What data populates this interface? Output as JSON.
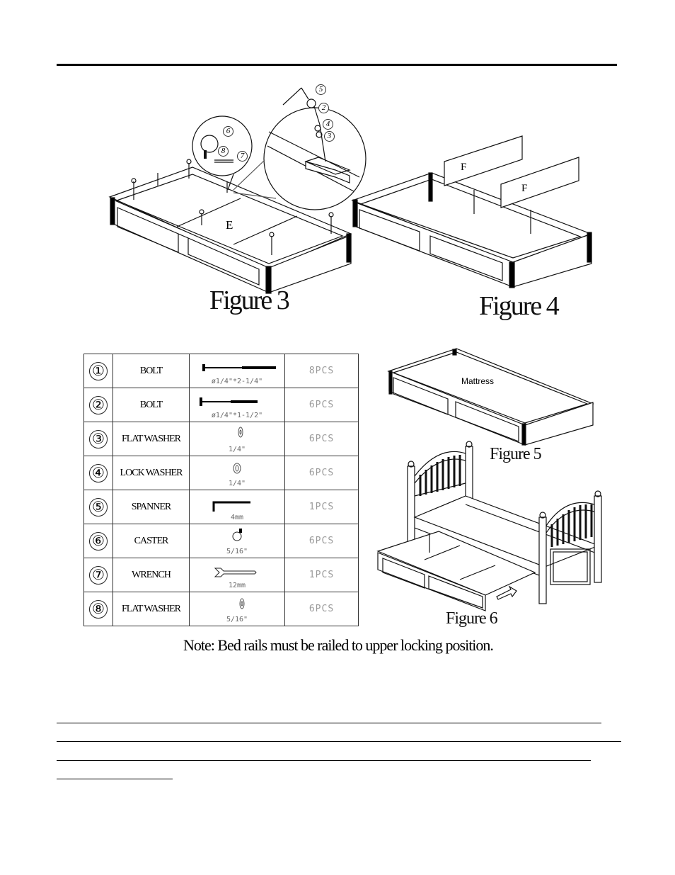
{
  "figures": {
    "fig3": "Figure 3",
    "fig4": "Figure 4",
    "fig5": "Figure 5",
    "fig6": "Figure 6"
  },
  "labels": {
    "e": "E",
    "f1": "F",
    "f2": "F",
    "mattress": "Mattress"
  },
  "callouts": [
    "5",
    "2",
    "4",
    "3",
    "6",
    "8",
    "7"
  ],
  "parts": [
    {
      "num": "①",
      "name": "BOLT",
      "spec": "ø1/4\"*2-1/4\"",
      "qty": "8PCS"
    },
    {
      "num": "②",
      "name": "BOLT",
      "spec": "ø1/4\"*1-1/2\"",
      "qty": "6PCS"
    },
    {
      "num": "③",
      "name": "FLAT WASHER",
      "spec": "1/4\"",
      "qty": "6PCS"
    },
    {
      "num": "④",
      "name": "LOCK WASHER",
      "spec": "1/4\"",
      "qty": "6PCS"
    },
    {
      "num": "⑤",
      "name": "SPANNER",
      "spec": "4mm",
      "qty": "1PCS"
    },
    {
      "num": "⑥",
      "name": "CASTER",
      "spec": "5/16\"",
      "qty": "6PCS"
    },
    {
      "num": "⑦",
      "name": "WRENCH",
      "spec": "12mm",
      "qty": "1PCS"
    },
    {
      "num": "⑧",
      "name": "FLAT WASHER",
      "spec": "5/16\"",
      "qty": "6PCS"
    }
  ],
  "note": "Note: Bed rails must be railed to upper locking position."
}
